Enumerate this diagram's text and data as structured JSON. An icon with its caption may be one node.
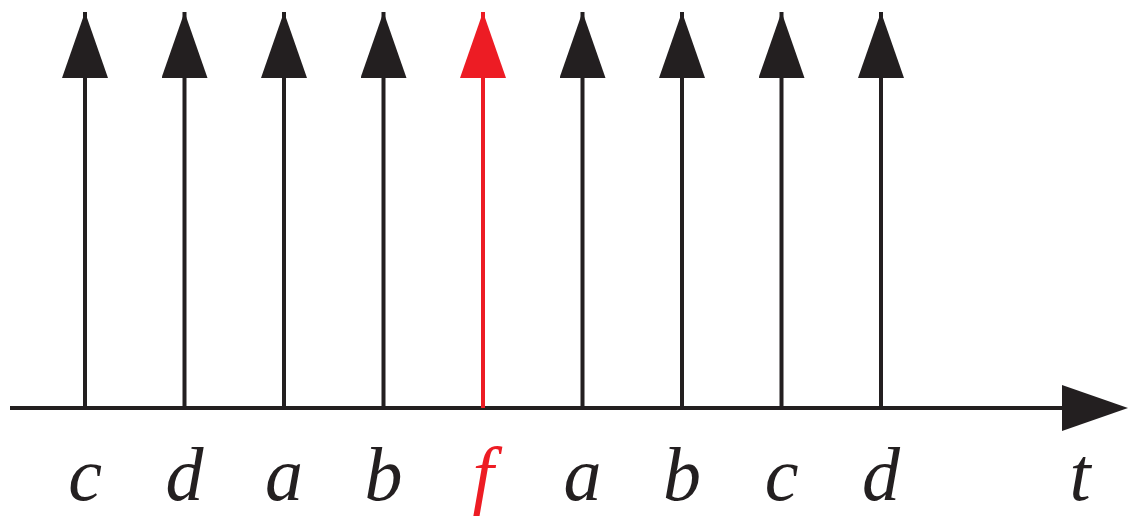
{
  "diagram": {
    "nodes": [
      {
        "text": [
          "c"
        ]
      },
      {
        "text": [
          "d"
        ]
      },
      {
        "text": [
          "a"
        ]
      },
      {
        "text": [
          "b"
        ]
      },
      {
        "text": [
          "f"
        ]
      },
      {
        "text": [
          "a"
        ]
      },
      {
        "text": [
          "b"
        ]
      },
      {
        "text": [
          "c"
        ]
      },
      {
        "text": [
          "d"
        ]
      }
    ],
    "edges": [
      {
        "from": 0,
        "to": null,
        "arrow": "to"
      },
      {
        "from": 1,
        "to": null,
        "arrow": "to"
      },
      {
        "from": 2,
        "to": null,
        "arrow": "to"
      },
      {
        "from": 3,
        "to": null,
        "arrow": "to"
      },
      {
        "from": 4,
        "to": null,
        "arrow": "to",
        "color": "#ed1c24"
      },
      {
        "from": 5,
        "to": null,
        "arrow": "to"
      },
      {
        "from": 6,
        "to": null,
        "arrow": "to"
      },
      {
        "from": 7,
        "to": null,
        "arrow": "to"
      },
      {
        "from": 8,
        "to": null,
        "arrow": "to"
      }
    ],
    "labels": [
      "t"
    ]
  }
}
